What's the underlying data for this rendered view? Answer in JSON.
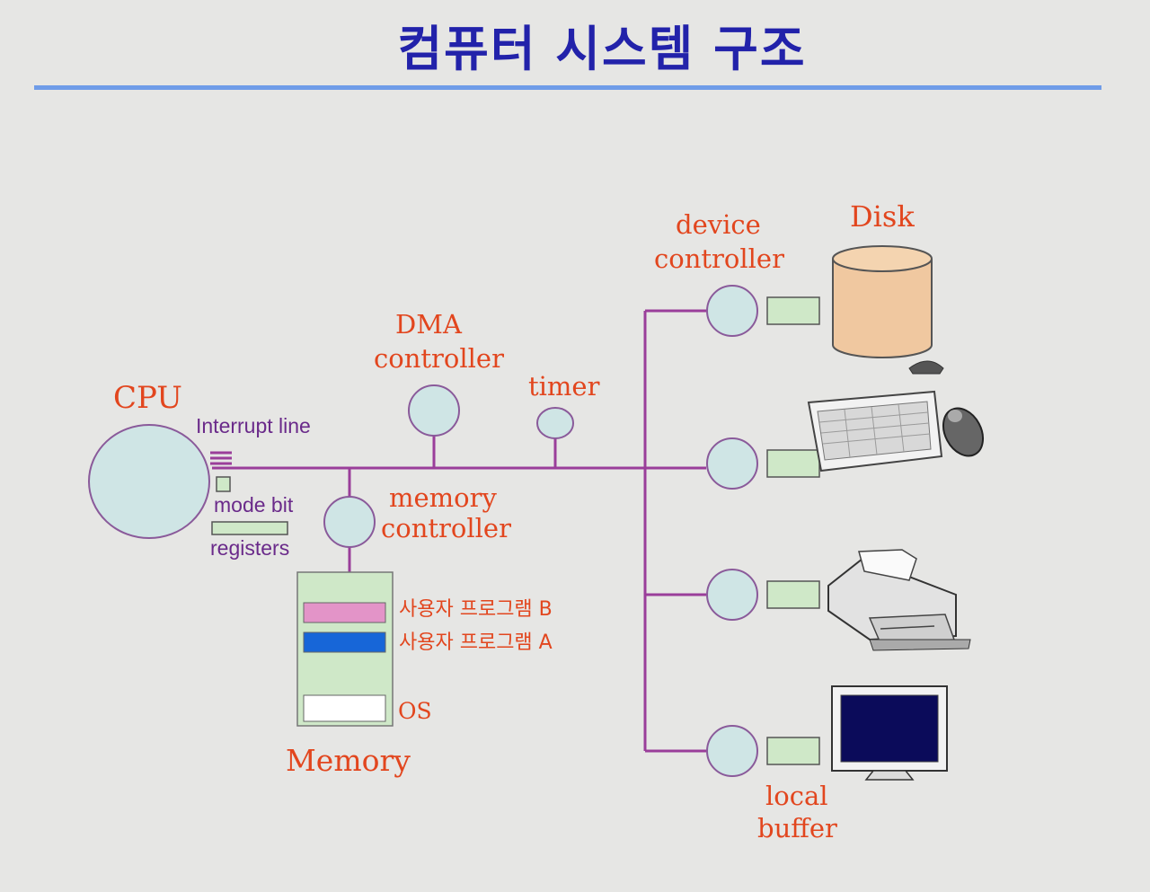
{
  "title": "컴퓨터 시스템 구조",
  "labels": {
    "cpu": "CPU",
    "interrupt_line": "Interrupt line",
    "mode_bit": "mode bit",
    "registers": "registers",
    "dma_line1": "DMA",
    "dma_line2": "controller",
    "timer": "timer",
    "memctl_line1": "memory",
    "memctl_line2": "controller",
    "prog_b": "사용자 프로그램 B",
    "prog_a": "사용자 프로그램 A",
    "os": "OS",
    "memory": "Memory",
    "devctl_line1": "device",
    "devctl_line2": "controller",
    "disk": "Disk",
    "local_line1": "local",
    "local_line2": "buffer"
  },
  "colors": {
    "bus": "#9a3e9a",
    "node_fill": "#cfe5e5",
    "node_stroke": "#8a5a9a",
    "buffer_fill": "#cfe8c8",
    "prog_b": "#e394c8",
    "prog_a": "#1766d8",
    "disk": "#f0c8a0",
    "label_orange": "#e2461e",
    "label_purple": "#6a2a8a"
  }
}
